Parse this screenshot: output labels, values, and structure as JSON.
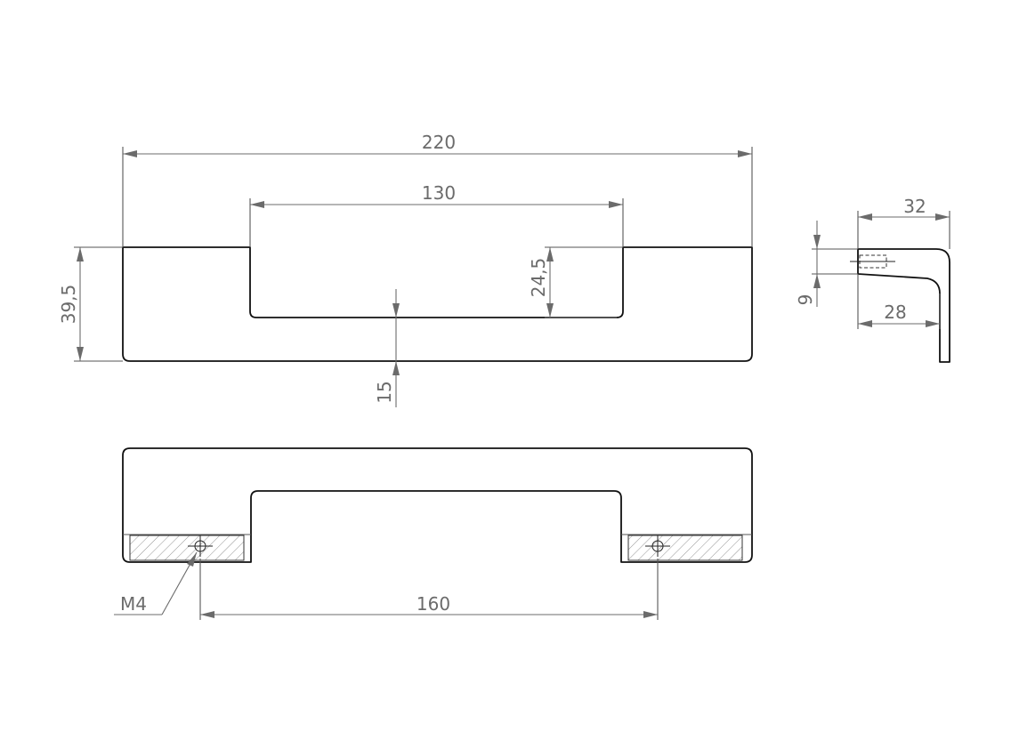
{
  "drawing": {
    "dimensions": {
      "overall_length": "220",
      "cutout_length": "130",
      "overall_height": "39,5",
      "cutout_depth": "24,5",
      "bottom_thickness": "15",
      "side_depth": "32",
      "side_inner_depth": "28",
      "side_thickness": "9",
      "hole_spacing": "160",
      "thread": "M4"
    },
    "colors": {
      "part_line": "#111111",
      "dimension_line": "#6b6b6b",
      "hatch": "#888888",
      "background": "#ffffff"
    }
  }
}
